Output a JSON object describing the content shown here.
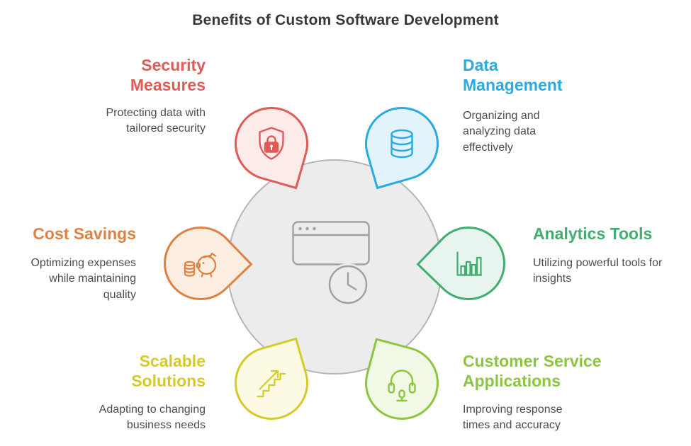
{
  "title": "Benefits of Custom Software Development",
  "center": {
    "icon": "browser-window-clock-icon",
    "circle_fill": "#ececec",
    "icon_color": "#9ba1a6"
  },
  "benefits": [
    {
      "id": "security",
      "heading": "Security Measures",
      "description": "Protecting data with tailored security",
      "color": "#e05b55",
      "fill": "#fcebe9",
      "icon": "shield-lock-icon"
    },
    {
      "id": "data",
      "heading": "Data Management",
      "description": "Organizing and analyzing data effectively",
      "color": "#29abe2",
      "fill": "#e2f3fb",
      "icon": "database-icon"
    },
    {
      "id": "cost",
      "heading": "Cost Savings",
      "description": "Optimizing expenses while maintaining quality",
      "color": "#df8140",
      "fill": "#fbeee1",
      "icon": "piggy-bank-icon"
    },
    {
      "id": "analytics",
      "heading": "Analytics Tools",
      "description": "Utilizing powerful tools for insights",
      "color": "#3fae6e",
      "fill": "#e8f5ee",
      "icon": "bar-chart-icon"
    },
    {
      "id": "scalable",
      "heading": "Scalable Solutions",
      "description": "Adapting to changing business needs",
      "color": "#d6ca2b",
      "fill": "#fcfae2",
      "icon": "stairs-growth-icon"
    },
    {
      "id": "customer",
      "heading": "Customer Service Applications",
      "description": "Improving response times and accuracy",
      "color": "#8cc63f",
      "fill": "#f1f8e6",
      "icon": "headset-icon"
    }
  ]
}
